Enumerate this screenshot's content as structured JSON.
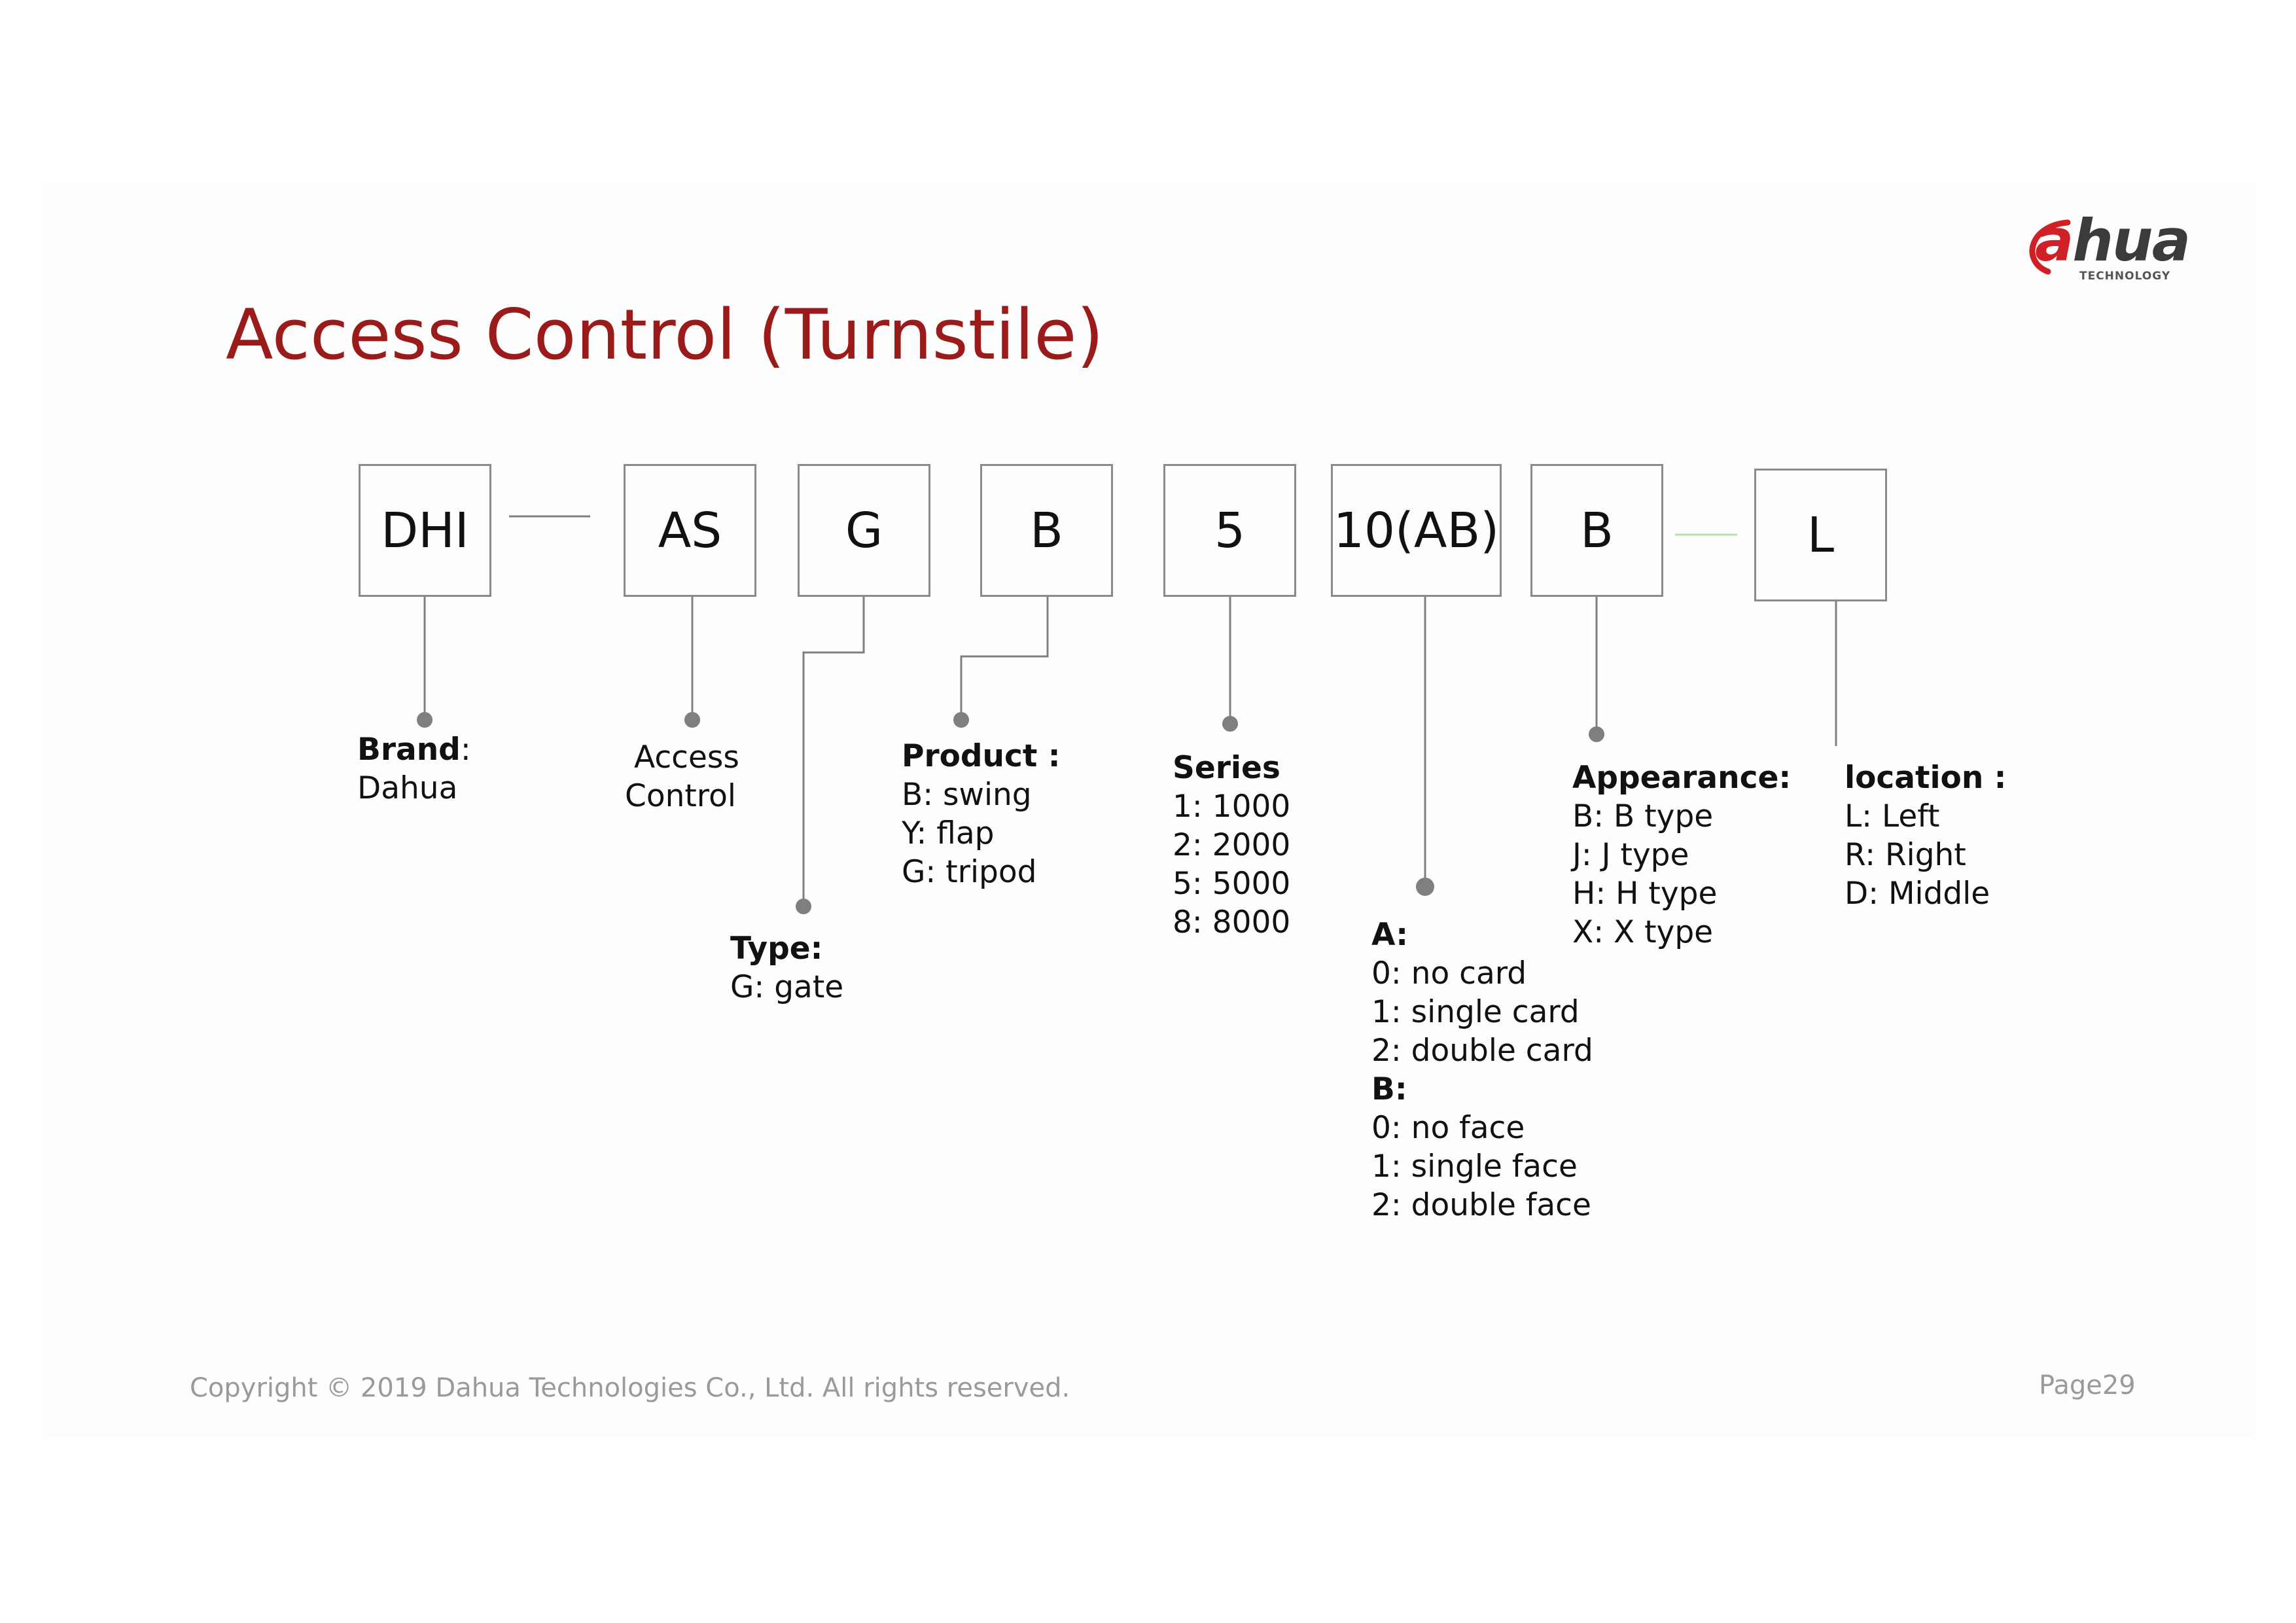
{
  "slide": {
    "title": "Access Control (Turnstile)",
    "footer": "Copyright © 2019 Dahua Technologies Co., Ltd. All rights reserved.",
    "page_number": "Page29"
  },
  "logo": {
    "wordmark_a": "a",
    "wordmark_rest": "hua",
    "subtitle": "TECHNOLOGY",
    "icon": "dahua-logo"
  },
  "colors": {
    "title": "#9b1b1b",
    "logo_red": "#d11f26",
    "connector": "#7f7f7f",
    "dash_green": "#b9e0a5",
    "footer": "#9a9a9a"
  },
  "code_segments": [
    {
      "code": "DHI"
    },
    {
      "code": "AS"
    },
    {
      "code": "G"
    },
    {
      "code": "B"
    },
    {
      "code": "5"
    },
    {
      "code": "10(AB)"
    },
    {
      "code": "B"
    },
    {
      "code": "L"
    }
  ],
  "descriptions": {
    "brand": {
      "label": "Brand",
      "suffix": ":",
      "value": "Dahua"
    },
    "access_control": {
      "line1": "Access",
      "line2": "Control"
    },
    "type": {
      "label": "Type:",
      "lines": [
        "G: gate"
      ]
    },
    "product": {
      "label": "Product :",
      "lines": [
        "B: swing",
        "Y: flap",
        "G: tripod"
      ]
    },
    "series": {
      "label": "Series",
      "lines": [
        "1: 1000",
        "2: 2000",
        "5: 5000",
        "8: 8000"
      ]
    },
    "ab": {
      "label_a": "A:",
      "lines_a": [
        "0: no card",
        "1: single card",
        "2: double card"
      ],
      "label_b": "B:",
      "lines_b": [
        "0: no face",
        "1: single face",
        "2: double face"
      ]
    },
    "appearance": {
      "label": "Appearance:",
      "lines": [
        "B: B type",
        "J:  J type",
        "H: H type",
        "X:  X type"
      ]
    },
    "location": {
      "label": "location :",
      "lines": [
        "L: Left",
        "R: Right",
        "D: Middle"
      ]
    }
  }
}
